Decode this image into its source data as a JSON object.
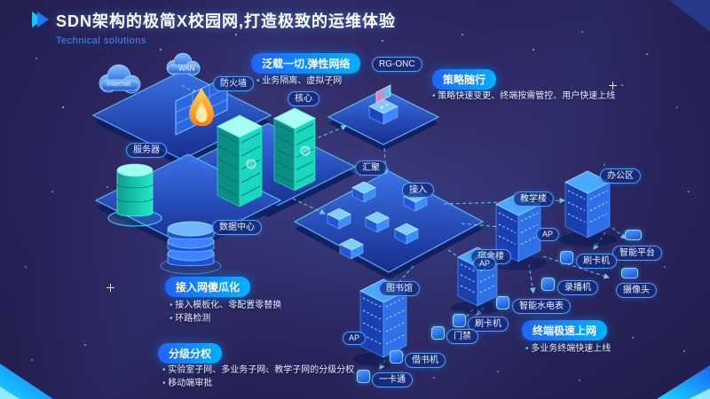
{
  "header": {
    "title": "SDN架构的极简X校园网,打造极致的运维体验",
    "subtitle": "Technical solutions"
  },
  "callouts": {
    "elastic": {
      "title": "泛载一切,弹性网络",
      "bullets": [
        "业务隔离、虚拟子网"
      ]
    },
    "policy": {
      "title": "策略随行",
      "bullets": [
        "策略快速变更、终端按需管控、用户快速上线"
      ]
    },
    "access": {
      "title": "接入网傻瓜化",
      "bullets": [
        "接入模板化、零配置零替换",
        "环路检测"
      ]
    },
    "hierarchy": {
      "title": "分级分权",
      "bullets": [
        "实验室子网、多业务子网、教学子网的分级分权",
        "移动端审批"
      ]
    },
    "terminal": {
      "title": "终端极速上网",
      "bullets": [
        "多业务终端快速上线"
      ]
    }
  },
  "nodes": {
    "internet": "Internet",
    "wan": "WAN",
    "firewall": "防火墙",
    "server": "服务器",
    "datacenter": "数据中心",
    "core": "核心",
    "controller": "RG-ONC",
    "aggregation": "汇聚",
    "access": "接入",
    "office": "办公区",
    "teaching": "教学楼",
    "dorm": "宿舍楼",
    "library": "图书馆",
    "ap": "AP",
    "smart_platform": "智能平台",
    "card_reader": "刷卡机",
    "camera": "摄像头",
    "recorder": "录播机",
    "smart_meter": "智能水电表",
    "door_access": "门禁",
    "book_machine": "借书机",
    "one_card": "一卡通"
  },
  "colors": {
    "accent": "#14c8f0",
    "brand_blue": "#1e63ff",
    "teal": "#17d8c0"
  }
}
